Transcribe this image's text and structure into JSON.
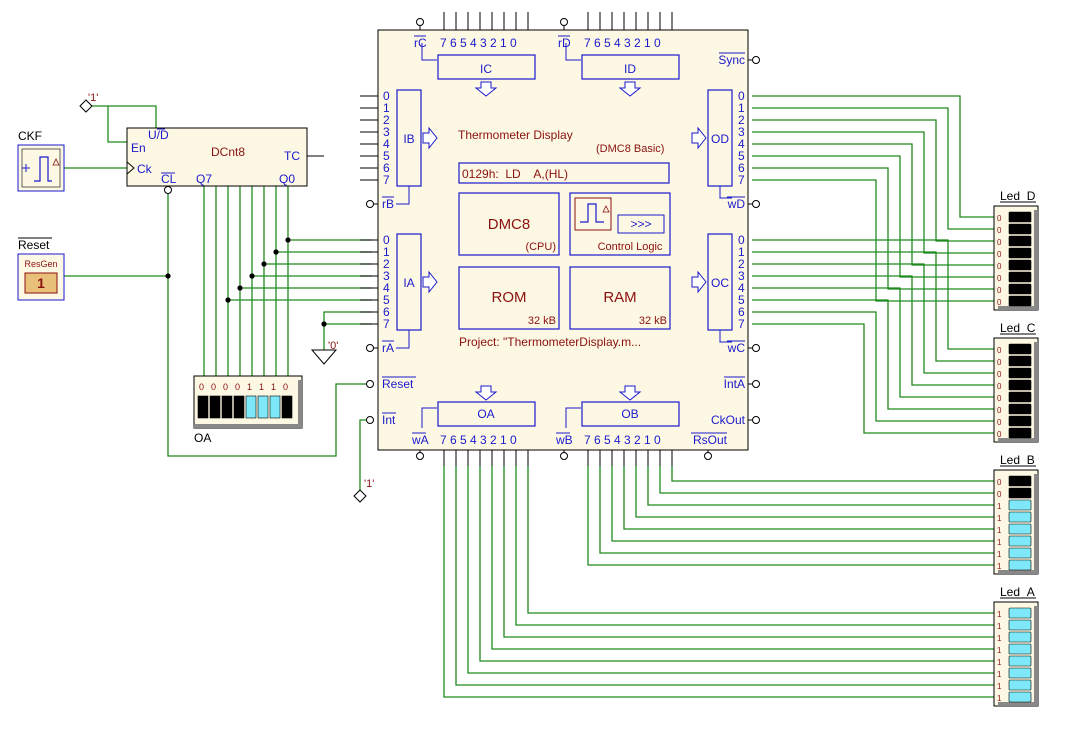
{
  "main": {
    "title": "Thermometer Display",
    "subtitle": "(DMC8 Basic)",
    "instruction": "0129h:  LD    A,(HL)",
    "cpu_name": "DMC8",
    "cpu_sub": "(CPU)",
    "control_logic": "Control Logic",
    "control_btn": ">>>",
    "rom": "ROM",
    "rom_size": "32 kB",
    "ram": "RAM",
    "ram_size": "32 kB",
    "project": "Project: \"ThermometerDisplay.m..."
  },
  "ports": {
    "IC": "IC",
    "ID": "ID",
    "IB": "IB",
    "IA": "IA",
    "OD": "OD",
    "OC": "OC",
    "OA": "OA",
    "OB": "OB"
  },
  "pins": {
    "rC": "rC",
    "rD": "rD",
    "Sync": "Sync",
    "rB": "rB",
    "wD": "wD",
    "rA": "rA",
    "wC": "wC",
    "Reset": "Reset",
    "IntA": "IntA",
    "Int": "Int",
    "CkOut": "CkOut",
    "wA": "wA",
    "wB": "wB",
    "RsOut": "RsOut"
  },
  "bit_header": "7 6 5 4 3 2 1 0",
  "bit_digits": [
    "0",
    "1",
    "2",
    "3",
    "4",
    "5",
    "6",
    "7"
  ],
  "counter": {
    "name": "DCnt8",
    "ud": "U/D",
    "en": "En",
    "ck": "Ck",
    "cl": "CL",
    "tc": "TC",
    "q7": "Q7",
    "q0": "Q0"
  },
  "ckf_label": "CKF",
  "reset_label": "Reset",
  "resgen_label": "ResGen",
  "resgen_value": "1",
  "const_one": "'1'",
  "const_zero": "'0'",
  "oa_display": {
    "label": "OA",
    "bits": [
      "0",
      "0",
      "0",
      "0",
      "1",
      "1",
      "1",
      "0"
    ],
    "on": [
      false,
      false,
      false,
      false,
      true,
      true,
      true,
      false
    ]
  },
  "leds": [
    {
      "name": "Led_D",
      "bits": [
        "0",
        "0",
        "0",
        "0",
        "0",
        "0",
        "0",
        "0"
      ],
      "on": [
        false,
        false,
        false,
        false,
        false,
        false,
        false,
        false
      ]
    },
    {
      "name": "Led_C",
      "bits": [
        "0",
        "0",
        "0",
        "0",
        "0",
        "0",
        "0",
        "0"
      ],
      "on": [
        false,
        false,
        false,
        false,
        false,
        false,
        false,
        false
      ]
    },
    {
      "name": "Led_B",
      "bits": [
        "0",
        "0",
        "1",
        "1",
        "1",
        "1",
        "1",
        "1"
      ],
      "on": [
        false,
        false,
        true,
        true,
        true,
        true,
        true,
        true
      ]
    },
    {
      "name": "Led_A",
      "bits": [
        "1",
        "1",
        "1",
        "1",
        "1",
        "1",
        "1",
        "1"
      ],
      "on": [
        true,
        true,
        true,
        true,
        true,
        true,
        true,
        true
      ]
    }
  ],
  "colors": {
    "wire": "#1f8a1f",
    "chip_border": "#1a1acc",
    "chip_fill": "#fdf8e3",
    "led_on": "#7fe8f8",
    "led_off": "#000000",
    "text_red": "#8b1010"
  }
}
